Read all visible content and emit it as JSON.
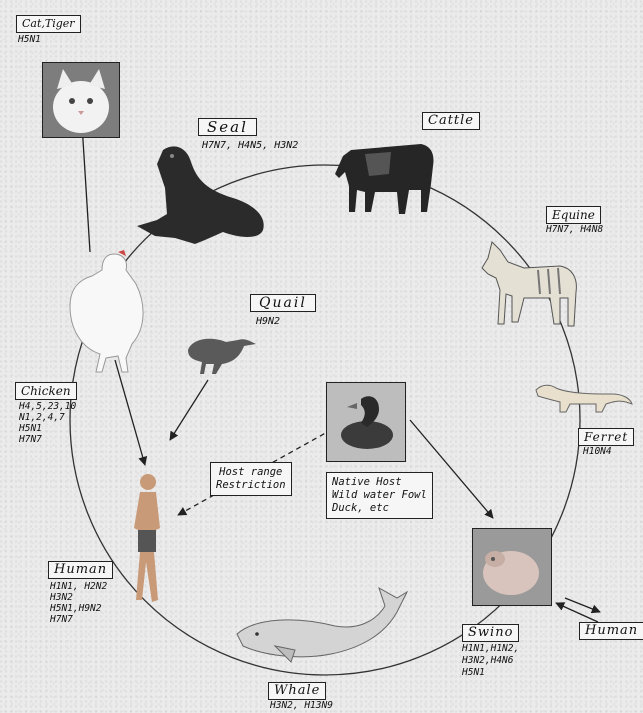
{
  "labels": {
    "cat_tiger": "Cat,Tiger",
    "seal": "Seal",
    "cattle": "Cattle",
    "equine": "Equine",
    "quail": "Quail",
    "chicken": "Chicken",
    "ferret": "Ferret",
    "human_left": "Human",
    "human_right": "Human",
    "swine": "Swino",
    "whale": "Whale"
  },
  "subtypes": {
    "cat_tiger": "H5N1",
    "seal": "H7N7, H4N5, H3N2",
    "equine": "H7N7, H4N8",
    "quail": "H9N2",
    "chicken": [
      "H4,5,23,10",
      "N1,2,4,7",
      "H5N1",
      "H7N7"
    ],
    "ferret": "H10N4",
    "human": [
      "H1N1, H2N2",
      "H3N2",
      "H5N1,H9N2",
      "H7N7"
    ],
    "swine": [
      "H1N1,H1N2,",
      "H3N2,H4N6",
      "H5N1"
    ],
    "whale": "H3N2, H13N9"
  },
  "notes": {
    "host_range": [
      "Host range",
      "Restriction"
    ],
    "native_host": [
      "Native Host",
      "Wild water Fowl",
      "Duck, etc"
    ]
  }
}
